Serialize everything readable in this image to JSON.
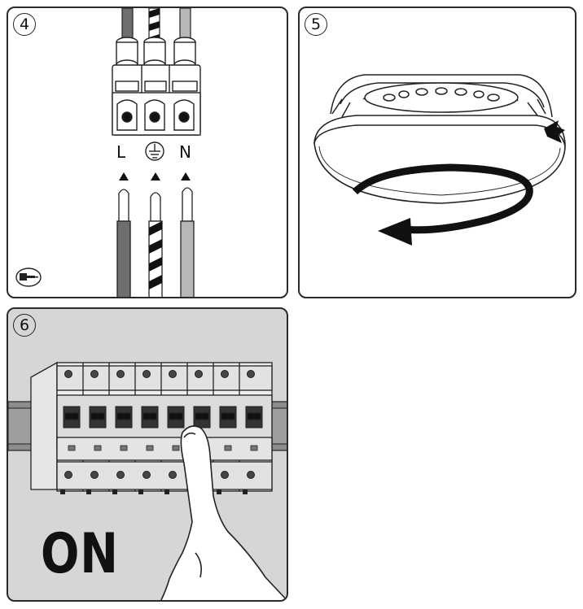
{
  "panels": {
    "step4": {
      "number": "4",
      "labels": {
        "live": "L",
        "earth": "⏚",
        "neutral": "N"
      },
      "tool_icon": "screwdriver-icon"
    },
    "step5": {
      "number": "5",
      "rotation_icon": "twist-arrow-icon"
    },
    "step6": {
      "number": "6",
      "status_text": "ON"
    }
  },
  "colors": {
    "outline": "#2a2a2a",
    "wire_brown": "#6e6e6e",
    "wire_grey": "#b7b7b7",
    "panel6_bg": "#d6d6d6"
  }
}
